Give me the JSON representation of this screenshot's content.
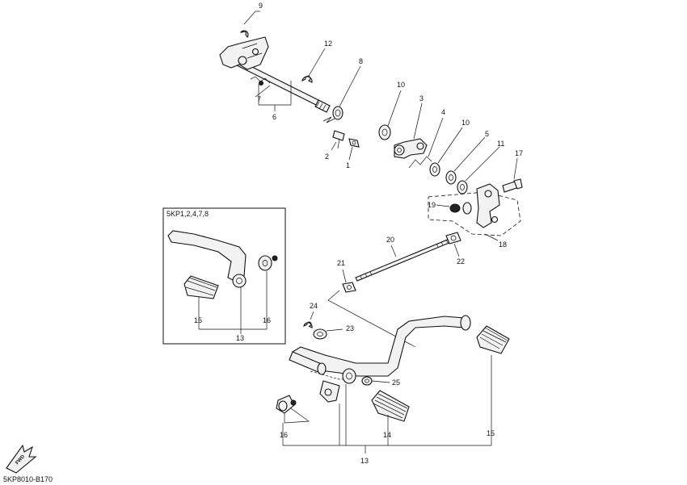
{
  "diagram": {
    "reference_code": "5KP8010-B170",
    "inset_label": "5KP1,2,4,7,8",
    "fwd_label": "FWD",
    "callouts": {
      "c1": "1",
      "c2": "2",
      "c3": "3",
      "c4": "4",
      "c5": "5",
      "c6": "6",
      "c7": "7",
      "c8": "8",
      "c9": "9",
      "c10a": "10",
      "c10b": "10",
      "c11": "11",
      "c12": "12",
      "c13main": "13",
      "c13inset": "13",
      "c14": "14",
      "c15main": "15",
      "c15inset": "15",
      "c16main": "16",
      "c16inset": "16",
      "c17": "17",
      "c18": "18",
      "c19": "19",
      "c20": "20",
      "c21": "21",
      "c22": "22",
      "c23": "23",
      "c24": "24",
      "c25": "25"
    }
  }
}
